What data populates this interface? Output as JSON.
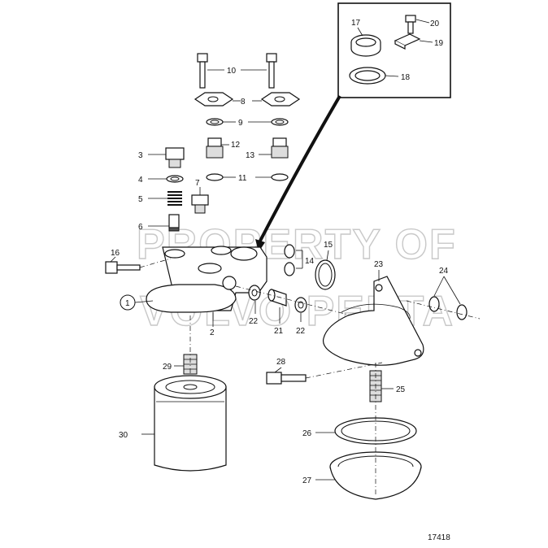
{
  "watermark": {
    "line1": "PROPERTY OF",
    "line2": "VOLVO PENTA"
  },
  "drawing_number": "17418",
  "callouts": {
    "p1": "1",
    "p2": "2",
    "p3": "3",
    "p4": "4",
    "p5": "5",
    "p6": "6",
    "p7": "7",
    "p8": "8",
    "p9": "9",
    "p10": "10",
    "p11": "11",
    "p12": "12",
    "p13": "13",
    "p14": "14",
    "p15": "15",
    "p16": "16",
    "p17": "17",
    "p18": "18",
    "p19": "19",
    "p20": "20",
    "p21": "21",
    "p22a": "22",
    "p22b": "22",
    "p23": "23",
    "p24": "24",
    "p25": "25",
    "p26": "26",
    "p27": "27",
    "p28": "28",
    "p29": "29",
    "p30": "30"
  }
}
